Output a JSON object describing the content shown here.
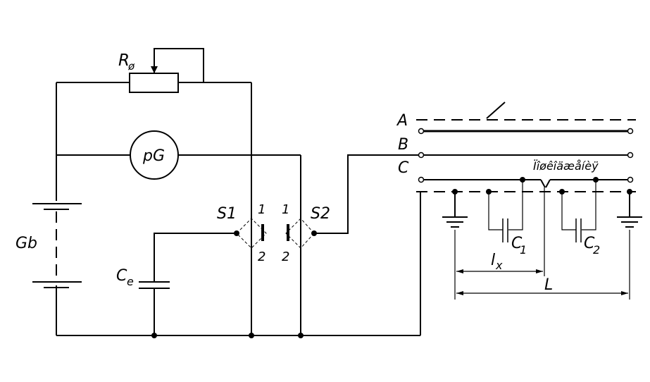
{
  "labels": {
    "resistor": "R",
    "resistor_sub": "ø",
    "galvanometer": "pG",
    "battery": "Gb",
    "capacitor_e": "C",
    "capacitor_e_sub": "e",
    "switch1": "S1",
    "switch2": "S2",
    "s1_pos1": "1",
    "s1_pos2": "2",
    "s2_pos1": "1",
    "s2_pos2": "2",
    "line_a": "A",
    "line_b": "B",
    "line_c": "C",
    "fault_label": "Ïîøêîäæåíèÿ",
    "cap1": "C",
    "cap1_sub": "1",
    "cap2": "C",
    "cap2_sub": "2",
    "lx": "l",
    "lx_sub": "x",
    "total_length": "L"
  }
}
